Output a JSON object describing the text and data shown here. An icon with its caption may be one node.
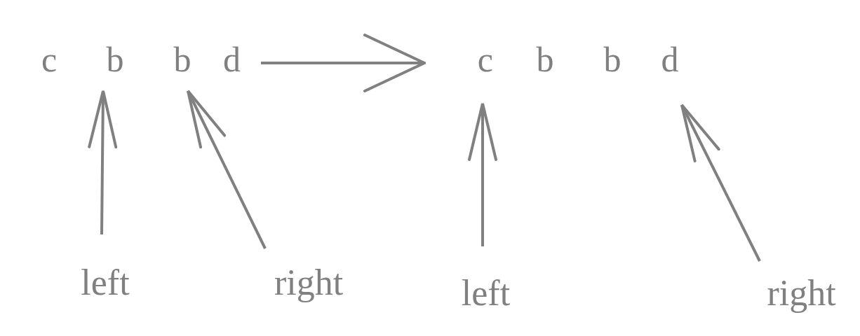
{
  "diagram": {
    "nodes": [
      {
        "text": [
          "c"
        ]
      },
      {
        "text": [
          "b"
        ]
      },
      {
        "text": [
          "b"
        ]
      },
      {
        "text": [
          "d"
        ]
      },
      {
        "text": [
          "c"
        ]
      },
      {
        "text": [
          "b"
        ]
      },
      {
        "text": [
          "b"
        ]
      },
      {
        "text": [
          "d"
        ]
      },
      {
        "text": [
          "left"
        ]
      },
      {
        "text": [
          "right"
        ]
      },
      {
        "text": [
          "left"
        ]
      },
      {
        "text": [
          "right"
        ]
      }
    ],
    "edges": [
      {
        "from": 8,
        "to": 1,
        "arrow": "to"
      },
      {
        "from": 9,
        "to": 2,
        "arrow": "to"
      },
      {
        "from": 3,
        "to": 4,
        "arrow": "to"
      },
      {
        "from": 10,
        "to": 4,
        "arrow": "to"
      },
      {
        "from": 11,
        "to": 7,
        "arrow": "to"
      }
    ]
  }
}
